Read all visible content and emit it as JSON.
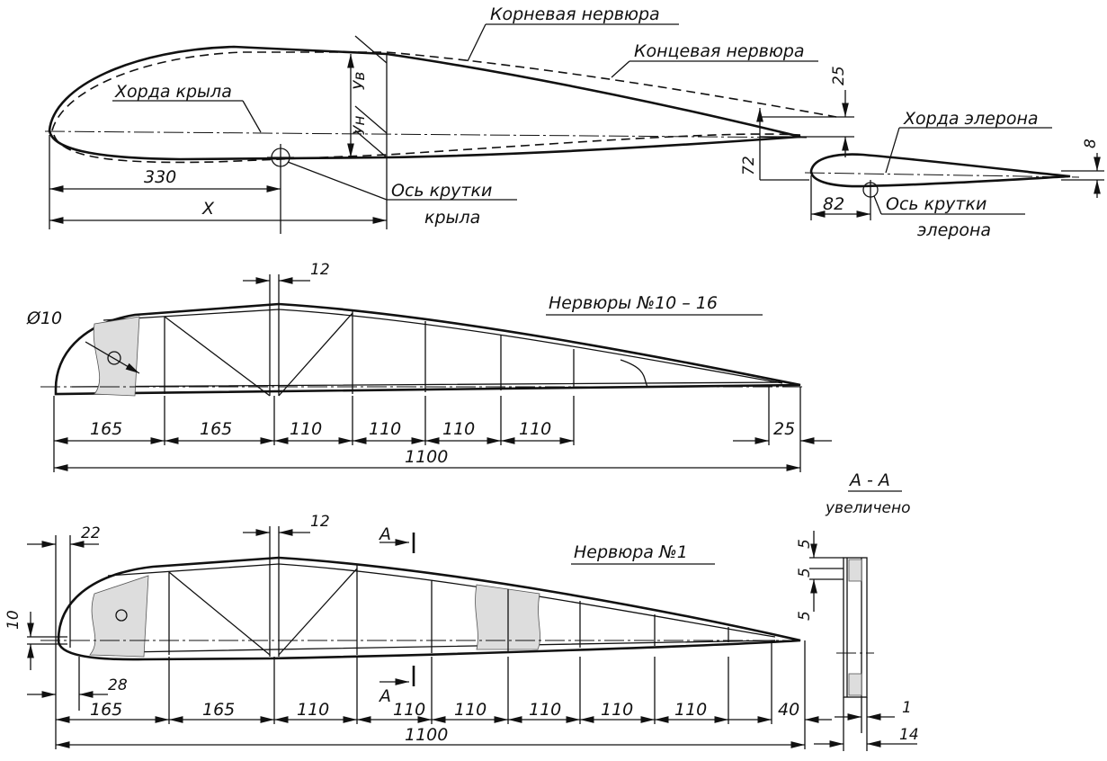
{
  "wing_profile": {
    "root_rib_label": "Корневая нервюра",
    "tip_rib_label": "Концевая нервюра",
    "chord_label": "Хорда крыла",
    "twist_axis_label_1": "Ось крутки",
    "twist_axis_label_2": "крыла",
    "yv_label": "Ув",
    "yn_label": "Ун",
    "dim_330": "330",
    "dim_x": "X",
    "dim_25": "25",
    "dim_72": "72"
  },
  "aileron": {
    "chord_label": "Хорда элерона",
    "twist_axis_label_1": "Ось крутки",
    "twist_axis_label_2": "элерона",
    "dim_82": "82",
    "dim_8": "8"
  },
  "rib_10_16": {
    "title": "Нервюры №10 – 16",
    "hole_dim": "Ø10",
    "dim_12": "12",
    "segments": [
      "165",
      "165",
      "110",
      "110",
      "110",
      "110"
    ],
    "dim_25": "25",
    "total": "1100"
  },
  "rib_1": {
    "title": "Нервюра №1",
    "dim_12": "12",
    "dim_22": "22",
    "dim_10": "10",
    "dim_28": "28",
    "section_mark": "A",
    "segments": [
      "165",
      "165",
      "110",
      "110",
      "110",
      "110",
      "110",
      "110",
      "40"
    ],
    "total": "1100"
  },
  "section_aa": {
    "title": "А - А",
    "subtitle": "увеличено",
    "dim_5_top": "5",
    "dim_5_mid": "5",
    "dim_5_bot": "5",
    "dim_1": "1",
    "dim_14": "14"
  }
}
